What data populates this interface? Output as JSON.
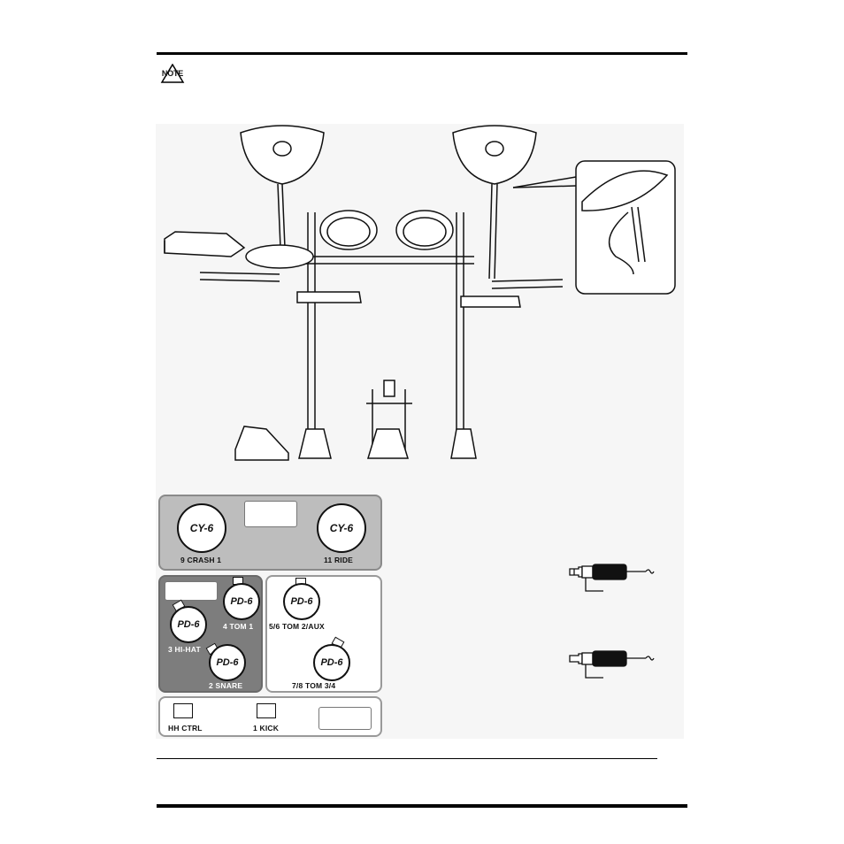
{
  "note": {
    "icon_label": "NOTE"
  },
  "pads": {
    "cy_model": "CY-6",
    "pd_model": "PD-6",
    "crash": {
      "label": "9  CRASH 1"
    },
    "ride": {
      "label": "11  RIDE"
    },
    "tom1": {
      "label": "4  TOM 1"
    },
    "hihat": {
      "label": "3  HI-HAT"
    },
    "snare": {
      "label": "2  SNARE"
    },
    "tom2": {
      "label": "5/6  TOM 2/AUX"
    },
    "tom3": {
      "label": "7/8  TOM 3/4"
    },
    "hh_ctrl": {
      "label": "HH CTRL"
    },
    "kick": {
      "label": "1  KICK"
    }
  },
  "colors": {
    "panel_light": "#bdbdbd",
    "panel_dark": "#7d7d7d",
    "figure_bg": "#f6f6f6"
  }
}
